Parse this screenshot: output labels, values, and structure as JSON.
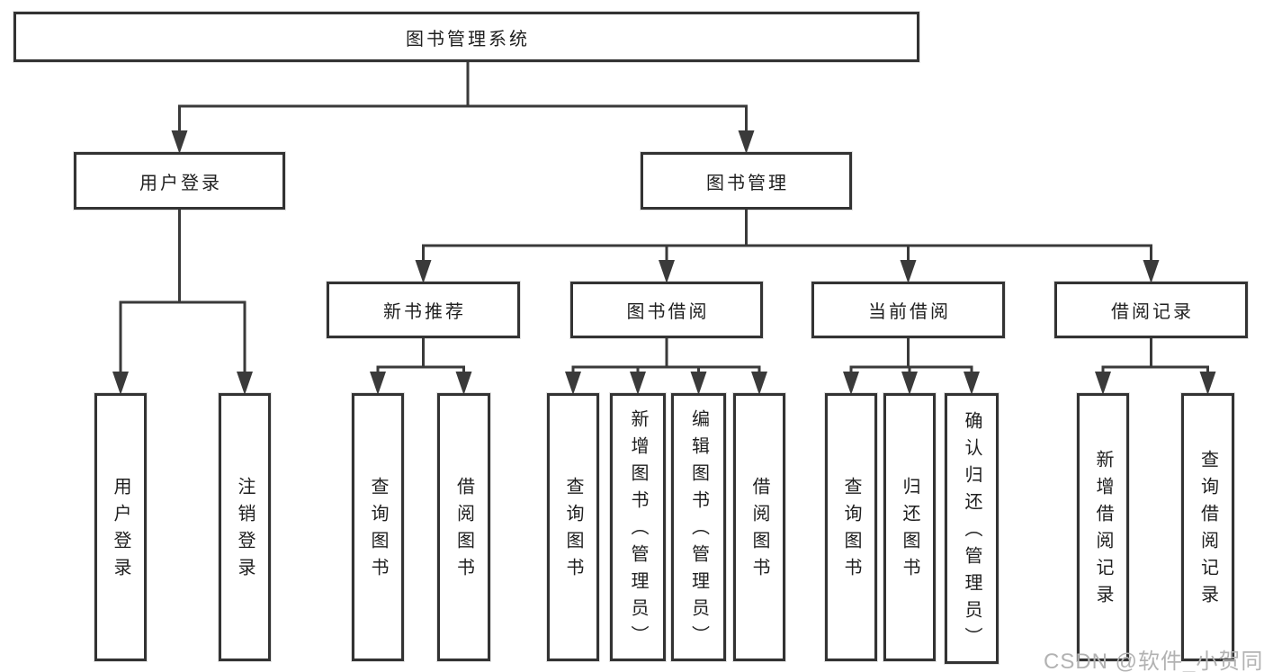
{
  "tree": {
    "root": {
      "label": "图书管理系统"
    },
    "branches": [
      {
        "label": "用户登录",
        "children": [
          {
            "label": "用户登录"
          },
          {
            "label": "注销登录"
          }
        ]
      },
      {
        "label": "图书管理",
        "children": [
          {
            "label": "新书推荐",
            "children": [
              {
                "label": "查询图书"
              },
              {
                "label": "借阅图书"
              }
            ]
          },
          {
            "label": "图书借阅",
            "children": [
              {
                "label": "查询图书"
              },
              {
                "label": "新增图书（管理员）"
              },
              {
                "label": "编辑图书（管理员）"
              },
              {
                "label": "借阅图书"
              }
            ]
          },
          {
            "label": "当前借阅",
            "children": [
              {
                "label": "查询图书"
              },
              {
                "label": "归还图书"
              },
              {
                "label": "确认归还（管理员）"
              }
            ]
          },
          {
            "label": "借阅记录",
            "children": [
              {
                "label": "新增借阅记录"
              },
              {
                "label": "查询借阅记录"
              }
            ]
          }
        ]
      }
    ]
  },
  "watermark": {
    "text": "CSDN @软件_小贺同学"
  },
  "colors": {
    "line": "#3a3a3a",
    "box_border": "#333333",
    "text": "#1f1f1f",
    "background": "#ffffff",
    "watermark": "#b2b2b2"
  }
}
